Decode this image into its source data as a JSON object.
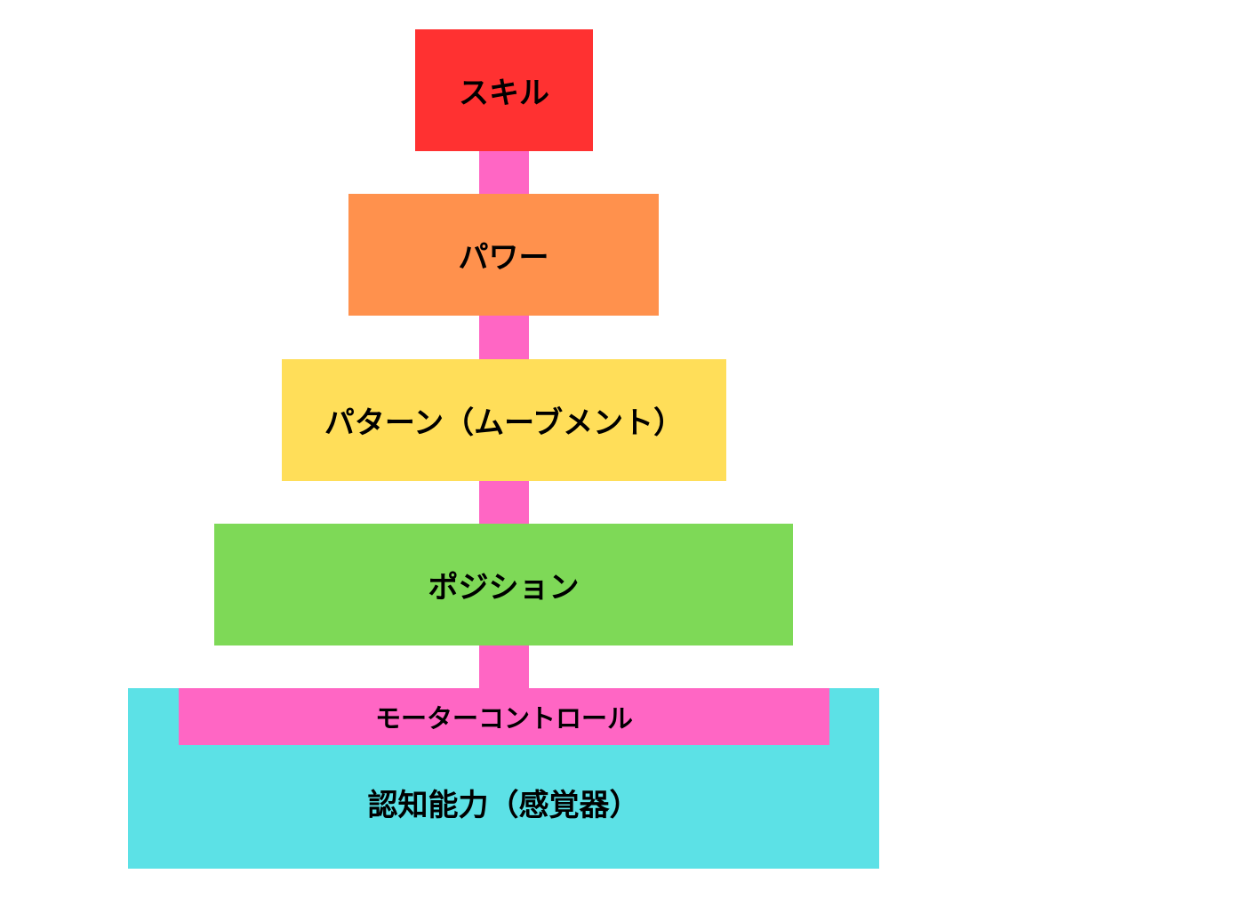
{
  "levels": {
    "skill": {
      "label": "スキル",
      "color": "#ff3131"
    },
    "power": {
      "label": "パワー",
      "color": "#ff914d"
    },
    "pattern": {
      "label": "パターン（ムーブメント）",
      "color": "#ffde59"
    },
    "position": {
      "label": "ポジション",
      "color": "#7ed957"
    },
    "motor_control": {
      "label": "モーターコントロール",
      "color": "#ff66c4"
    },
    "cognition": {
      "label": "認知能力（感覚器）",
      "color": "#5ce1e6"
    }
  }
}
